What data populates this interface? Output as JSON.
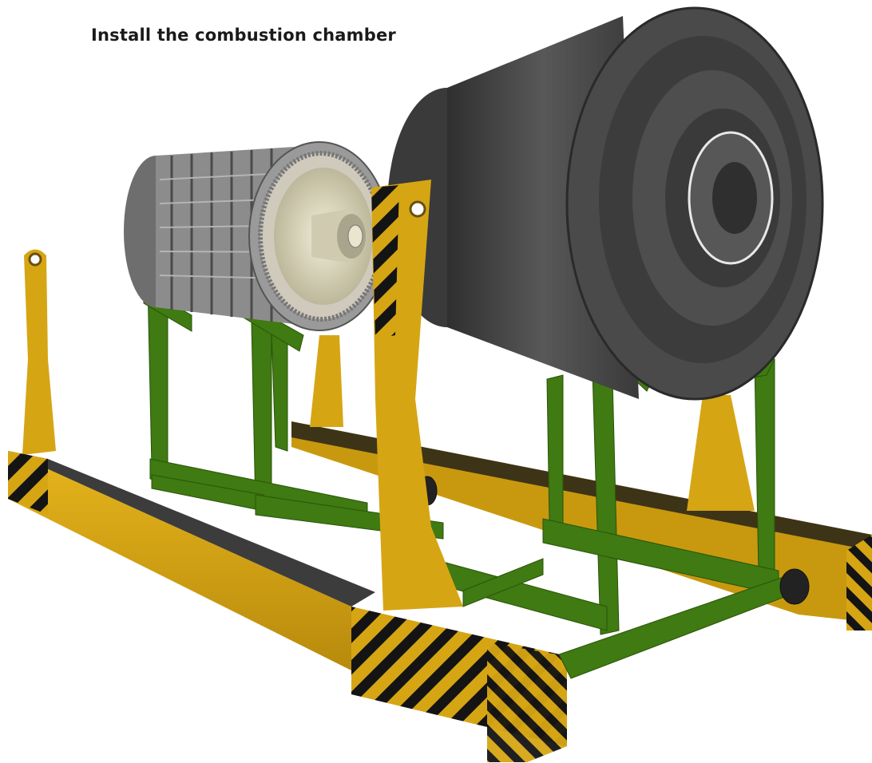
{
  "instruction": {
    "text": "Install the combustion chamber"
  },
  "scene": {
    "objects": [
      "combustion-chamber-module",
      "turbine-casing",
      "assembly-stand",
      "lifting-lug-left",
      "lifting-lug-center",
      "skid-frame",
      "support-cradle"
    ]
  },
  "colors": {
    "frame_yellow": "#d6a514",
    "frame_green": "#3f7a12",
    "casing_dark": "#505050",
    "hazard_black": "#141414",
    "chamber_grey": "#9a9a9a",
    "turbine_cream": "#e8e3c8"
  }
}
